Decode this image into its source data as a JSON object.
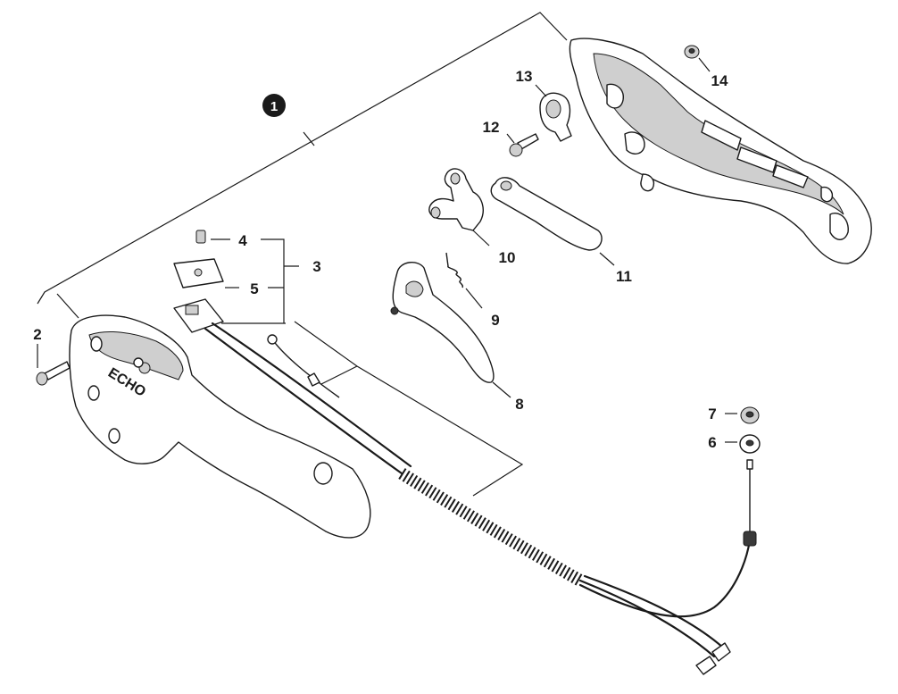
{
  "diagram": {
    "assembly_badge": "1",
    "callouts": {
      "c2": "2",
      "c3": "3",
      "c4": "4",
      "c5": "5",
      "c6": "6",
      "c7": "7",
      "c8": "8",
      "c9": "9",
      "c10": "10",
      "c11": "11",
      "c12": "12",
      "c13": "13",
      "c14": "14"
    },
    "logo": "ECHO"
  }
}
